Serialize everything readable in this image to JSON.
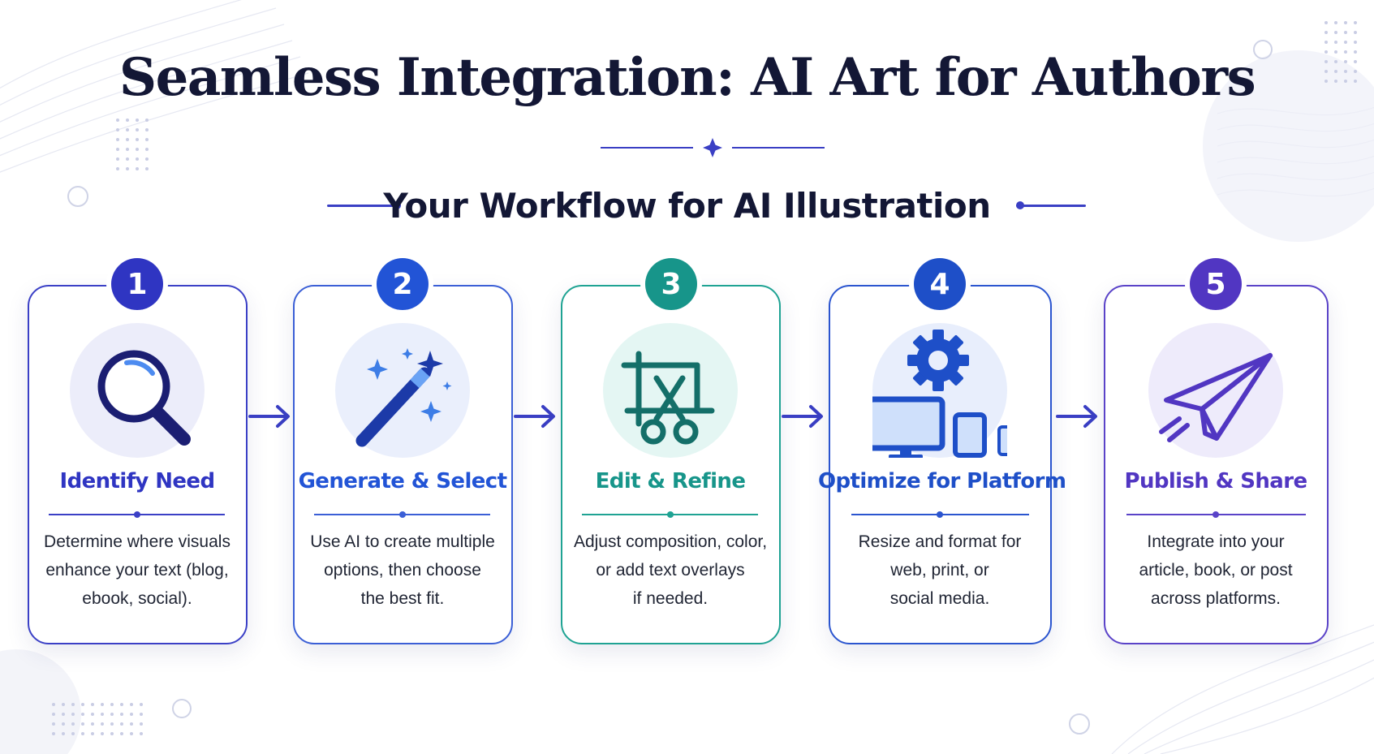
{
  "header": {
    "title": "Seamless Integration: AI Art for Authors",
    "subtitle": "Your Workflow for AI Illustration"
  },
  "colors": {
    "title": "#131735",
    "step1": "#2f35c2",
    "step2": "#2254d6",
    "step3": "#17958a",
    "step4": "#1e4fc8",
    "step5": "#5136c2"
  },
  "steps": [
    {
      "number": "1",
      "title": "Identify Need",
      "icon": "magnifying-glass-icon",
      "description": [
        "Determine where visuals",
        "enhance your text (blog,",
        "ebook, social)."
      ]
    },
    {
      "number": "2",
      "title": "Generate & Select",
      "icon": "magic-wand-icon",
      "description": [
        "Use AI to create multiple",
        "options, then choose",
        "the best fit."
      ]
    },
    {
      "number": "3",
      "title": "Edit & Refine",
      "icon": "crop-scissors-icon",
      "description": [
        "Adjust composition, color,",
        "or add text overlays",
        "if needed."
      ]
    },
    {
      "number": "4",
      "title": "Optimize for Platform",
      "icon": "gear-devices-icon",
      "description": [
        "Resize and format for",
        "web, print, or",
        "social media."
      ]
    },
    {
      "number": "5",
      "title": "Publish & Share",
      "icon": "paper-plane-icon",
      "description": [
        "Integrate into your",
        "article, book, or post",
        "across platforms."
      ]
    }
  ]
}
